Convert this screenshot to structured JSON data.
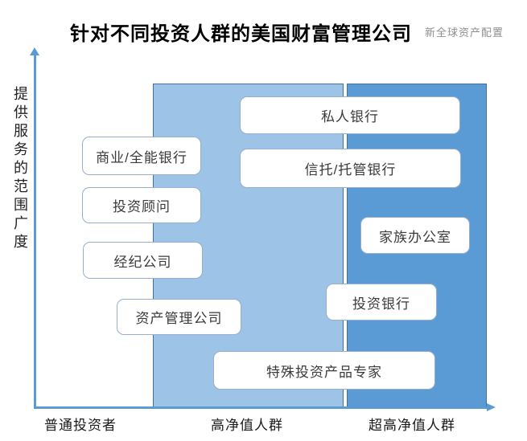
{
  "title": "针对不同投资人群的美国财富管理公司",
  "watermark": "新全球资产配置",
  "chart_data": {
    "type": "table",
    "title": "针对不同投资人群的美国财富管理公司",
    "ylabel": "提供服务的范围广度",
    "xlabel": "",
    "x_categories": [
      "普通投资者",
      "高净值人群",
      "超高净值人群"
    ],
    "legend": "none",
    "bands": [
      {
        "segment": "普通投资者",
        "fill": "#ffffff"
      },
      {
        "segment": "高净值人群",
        "fill": "#9dc3e6"
      },
      {
        "segment": "超高净值人群",
        "fill": "#5b9bd5"
      }
    ],
    "items": [
      {
        "label": "私人银行",
        "serves": [
          "高净值人群",
          "超高净值人群"
        ],
        "service_breadth_rank": 1
      },
      {
        "label": "商业/全能银行",
        "serves": [
          "普通投资者",
          "高净值人群"
        ],
        "service_breadth_rank": 2
      },
      {
        "label": "信托/托管银行",
        "serves": [
          "高净值人群",
          "超高净值人群"
        ],
        "service_breadth_rank": 3
      },
      {
        "label": "投资顾问",
        "serves": [
          "普通投资者",
          "高净值人群"
        ],
        "service_breadth_rank": 4
      },
      {
        "label": "家族办公室",
        "serves": [
          "超高净值人群"
        ],
        "service_breadth_rank": 5
      },
      {
        "label": "经纪公司",
        "serves": [
          "普通投资者",
          "高净值人群"
        ],
        "service_breadth_rank": 6
      },
      {
        "label": "投资银行",
        "serves": [
          "高净值人群",
          "超高净值人群"
        ],
        "service_breadth_rank": 7
      },
      {
        "label": "资产管理公司",
        "serves": [
          "普通投资者",
          "高净值人群"
        ],
        "service_breadth_rank": 8
      },
      {
        "label": "特殊投资产品专家",
        "serves": [
          "高净值人群",
          "超高净值人群"
        ],
        "service_breadth_rank": 9
      }
    ]
  },
  "colors": {
    "band_light": "#9dc3e6",
    "band_dark": "#5b9bd5",
    "band_border": "#41719c",
    "axis": "#5b9bd5",
    "box_border": "#96afce",
    "box_fill": "#ffffff",
    "title_text": "#000000",
    "watermark_text": "#8f8f8f"
  }
}
